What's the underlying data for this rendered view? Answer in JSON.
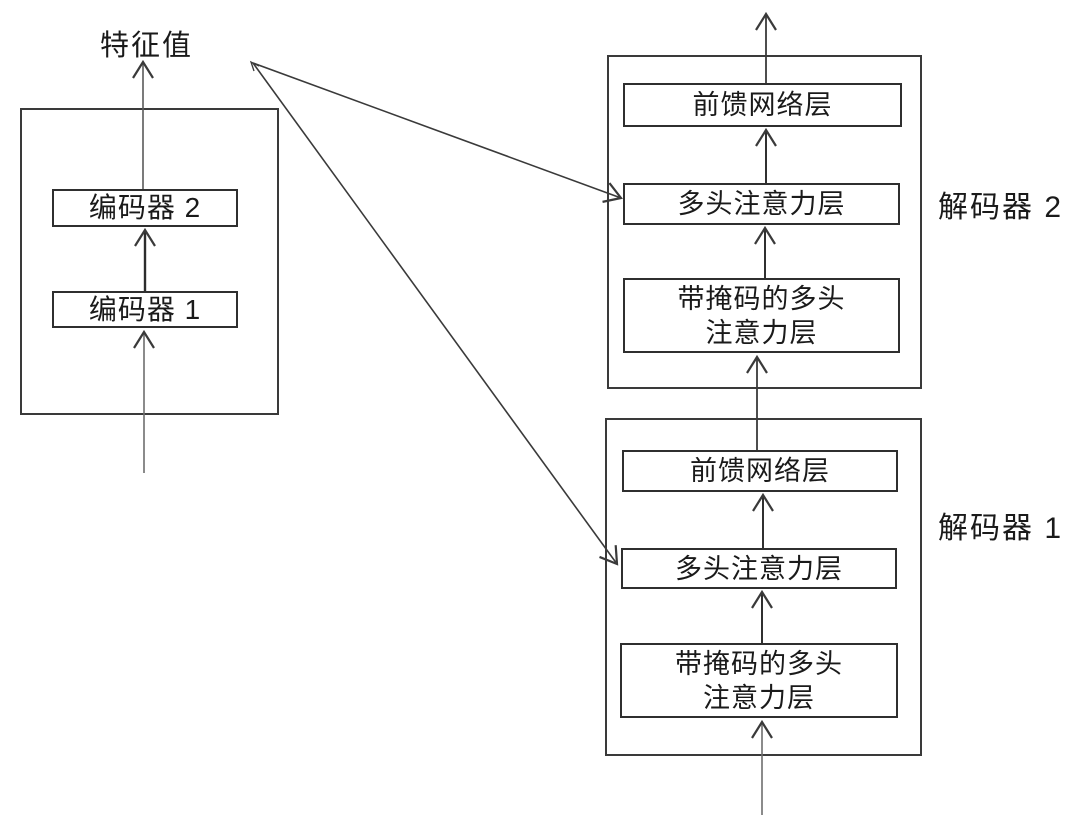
{
  "diagram": {
    "feature_label": "特征值",
    "encoder_stack": {
      "encoder2_label": "编码器 2",
      "encoder1_label": "编码器 1"
    },
    "decoder2": {
      "name": "解码器 2",
      "ffn_label": "前馈网络层",
      "mha_label": "多头注意力层",
      "masked_mha_line1": "带掩码的多头",
      "masked_mha_line2": "注意力层"
    },
    "decoder1": {
      "name": "解码器 1",
      "ffn_label": "前馈网络层",
      "mha_label": "多头注意力层",
      "masked_mha_line1": "带掩码的多头",
      "masked_mha_line2": "注意力层"
    },
    "colors": {
      "background": "#ffffff",
      "box_border": "#2f2f2f",
      "container_border": "#3a3a3a",
      "arrow_line": "#3a3a3a",
      "input_line": "#6e6e6e",
      "text": "#1a1a1a"
    }
  }
}
